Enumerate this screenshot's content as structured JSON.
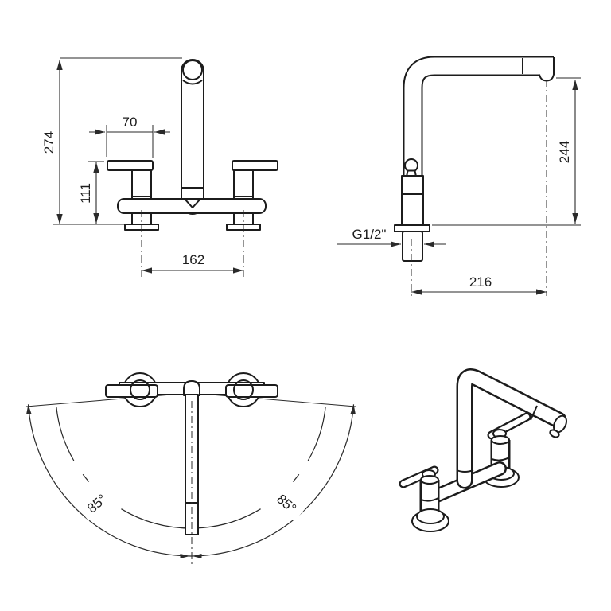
{
  "page": {
    "background": "#ffffff"
  },
  "drawing": {
    "colors": {
      "line": "#1c1c1c",
      "dimension": "#2a2a2a"
    },
    "front_view": {
      "overall_height": "274",
      "handle_length": "70",
      "handle_height": "111",
      "inlet_centres": "162"
    },
    "side_view": {
      "outlet_height": "244",
      "inlet_thread": "G1/2\"",
      "spout_reach": "216"
    },
    "plan_view": {
      "swivel_left": "85°",
      "swivel_right": "85°"
    }
  }
}
